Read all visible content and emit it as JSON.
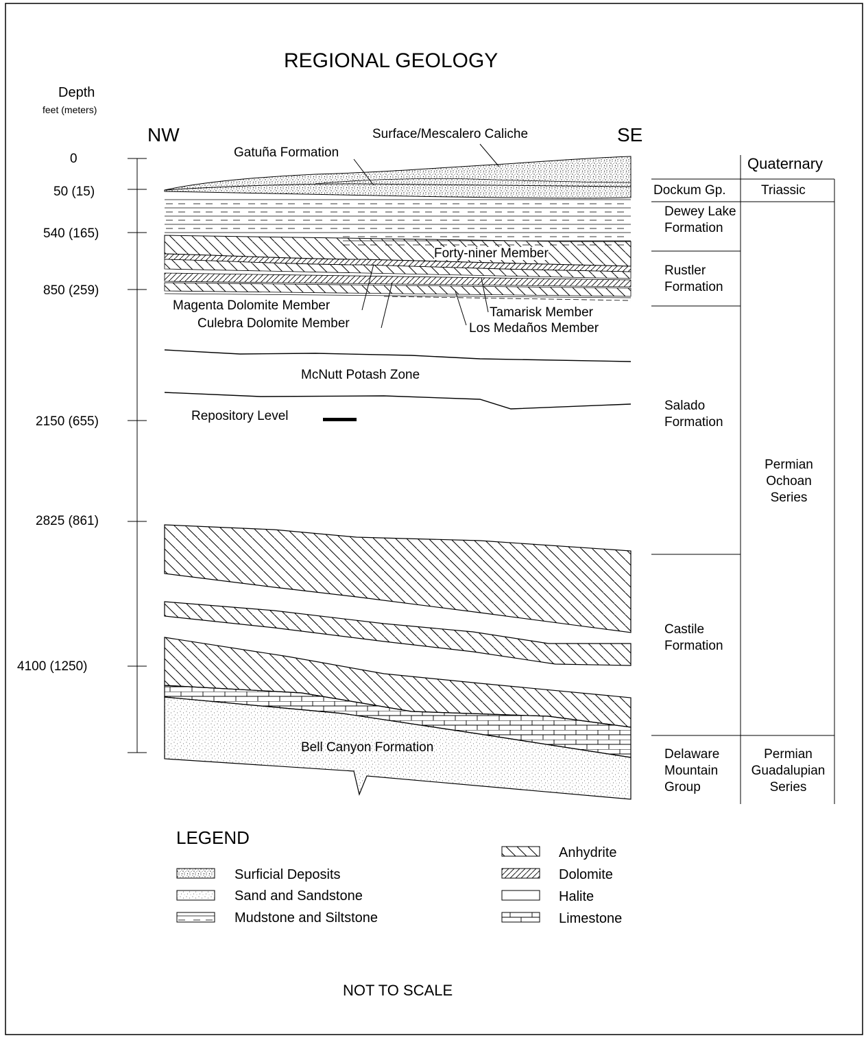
{
  "title": "REGIONAL GEOLOGY",
  "depth_header": {
    "title": "Depth",
    "units": "feet (meters)"
  },
  "direction": {
    "left": "NW",
    "right": "SE"
  },
  "depth_ticks": [
    "0",
    "50 (15)",
    "540 (165)",
    "850 (259)",
    "2150 (655)",
    "2825 (861)",
    "4100 (1250)"
  ],
  "labels": {
    "caliche": "Surface/Mescalero Caliche",
    "gatuna": "Gatuña Formation",
    "forty_niner": "Forty-niner Member",
    "magenta": "Magenta Dolomite Member",
    "culebra": "Culebra Dolomite Member",
    "tamarisk": "Tamarisk Member",
    "los_medanos": "Los Medaños Member",
    "mcnutt": "McNutt Potash Zone",
    "repository": "Repository Level",
    "bell_canyon": "Bell Canyon Formation"
  },
  "formations": [
    {
      "name": "Dockum Gp."
    },
    {
      "name": "Dewey Lake Formation"
    },
    {
      "name": "Rustler Formation"
    },
    {
      "name": "Salado Formation"
    },
    {
      "name": "Castile Formation"
    },
    {
      "name": "Delaware Mountain Group"
    }
  ],
  "series": [
    {
      "name": "Quaternary"
    },
    {
      "name": "Triassic"
    },
    {
      "name": "Permian Ochoan Series"
    },
    {
      "name": "Permian Guadalupian Series"
    }
  ],
  "legend": {
    "title": "LEGEND",
    "items": [
      {
        "label": "Surficial Deposits",
        "pattern": "surficial"
      },
      {
        "label": "Sand and Sandstone",
        "pattern": "sand"
      },
      {
        "label": "Mudstone and Siltstone",
        "pattern": "mudstone"
      },
      {
        "label": "Anhydrite",
        "pattern": "anhydrite"
      },
      {
        "label": "Dolomite",
        "pattern": "dolomite"
      },
      {
        "label": "Halite",
        "pattern": "halite"
      },
      {
        "label": "Limestone",
        "pattern": "limestone"
      }
    ]
  },
  "footer": "NOT TO SCALE"
}
